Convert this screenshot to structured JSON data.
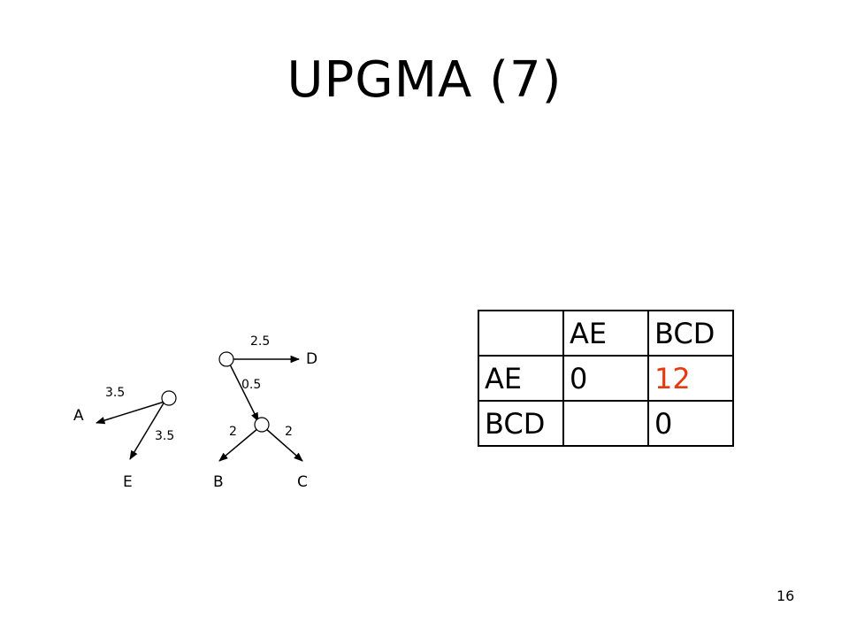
{
  "slide": {
    "title": "UPGMA (7)",
    "page_number": "16",
    "highlight_color": "#e8380d"
  },
  "tree": {
    "nodes": {
      "A": "A",
      "E": "E",
      "D": "D",
      "B": "B",
      "C": "C"
    },
    "edges": {
      "ae_to_a": "3.5",
      "ae_to_e": "3.5",
      "root_to_d": "2.5",
      "root_to_bc": "0.5",
      "bc_to_b": "2",
      "bc_to_c": "2"
    }
  },
  "table": {
    "header": [
      "",
      "AE",
      "BCD"
    ],
    "rows": [
      [
        "AE",
        "0",
        "12"
      ],
      [
        "BCD",
        "",
        "0"
      ]
    ]
  }
}
